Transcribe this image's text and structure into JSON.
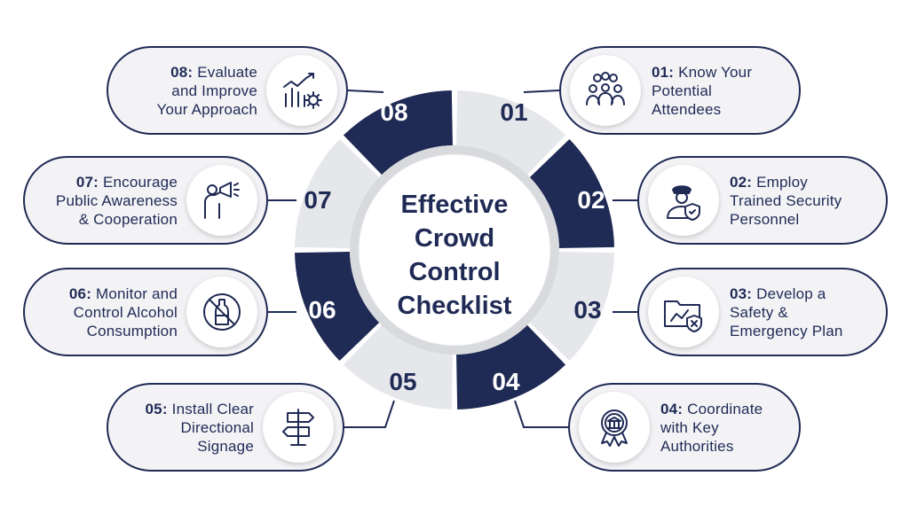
{
  "title": {
    "lines": [
      "Effective",
      "Crowd",
      "Control",
      "Checklist"
    ]
  },
  "steps": [
    {
      "id": "01",
      "num_label": "01:",
      "lines": [
        "Know Your",
        "Potential",
        "Attendees"
      ],
      "icon": "group-icon"
    },
    {
      "id": "02",
      "num_label": "02:",
      "lines": [
        "Employ",
        "Trained Security",
        "Personnel"
      ],
      "icon": "security-guard-icon"
    },
    {
      "id": "03",
      "num_label": "03:",
      "lines": [
        "Develop a",
        "Safety &",
        "Emergency Plan"
      ],
      "icon": "plan-folder-shield-icon"
    },
    {
      "id": "04",
      "num_label": "04:",
      "lines": [
        "Coordinate",
        "with Key",
        "Authorities"
      ],
      "icon": "authority-badge-icon"
    },
    {
      "id": "05",
      "num_label": "05:",
      "lines": [
        "Install Clear",
        "Directional",
        "Signage"
      ],
      "icon": "signpost-icon"
    },
    {
      "id": "06",
      "num_label": "06:",
      "lines": [
        "Monitor and",
        "Control Alcohol",
        "Consumption"
      ],
      "icon": "no-alcohol-icon"
    },
    {
      "id": "07",
      "num_label": "07:",
      "lines": [
        "Encourage",
        "Public Awareness",
        "& Cooperation"
      ],
      "icon": "megaphone-person-icon"
    },
    {
      "id": "08",
      "num_label": "08:",
      "lines": [
        "Evaluate",
        "and Improve",
        "Your Approach"
      ],
      "icon": "chart-gear-icon"
    }
  ],
  "colors": {
    "navy": "#1f2a55",
    "light_gray": "#e6e7ea",
    "pill_bg": "#f3f3f6",
    "white": "#ffffff"
  }
}
